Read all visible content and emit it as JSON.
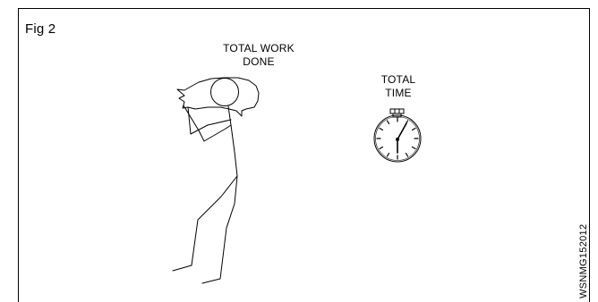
{
  "figure": {
    "label": "Fig 2",
    "code": "WSNMG152012"
  },
  "captions": {
    "work_line1": "TOTAL WORK",
    "work_line2": "DONE",
    "time_line1": "TOTAL",
    "time_line2": "TIME"
  },
  "icons": {
    "person": "person-carrying-load-icon",
    "stopwatch": "stopwatch-icon"
  }
}
